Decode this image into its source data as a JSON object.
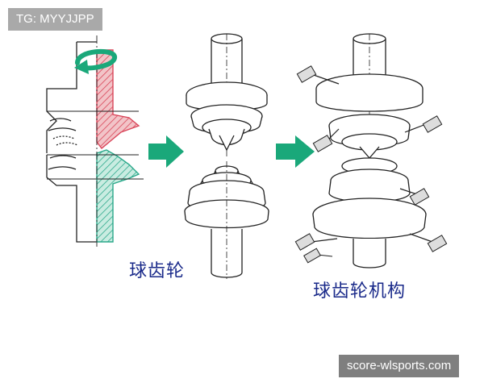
{
  "watermark_top": "TG: MYYJJPP",
  "watermark_bottom": "score-wlsports.com",
  "caption_gear": "球齿轮",
  "caption_mechanism": "球齿轮机构",
  "colors": {
    "red_part": "#d9465a",
    "red_fill": "#f2c4c8",
    "green_part": "#2aa88a",
    "green_fill": "#c9ece1",
    "arrow": "#1aa87a",
    "caption": "#1a2a8a",
    "line": "#222222"
  },
  "icons": [
    "rotation-arrow-icon",
    "right-arrow-icon"
  ]
}
